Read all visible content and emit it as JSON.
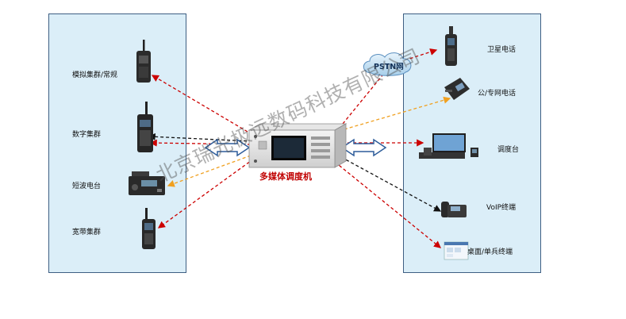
{
  "center": {
    "label": "多媒体调度机"
  },
  "cloud": {
    "label": "PSTN网"
  },
  "left_devices": [
    {
      "label": "模拟集群/常规",
      "icon": "analog-radio-icon"
    },
    {
      "label": "数字集群",
      "icon": "digital-radio-icon"
    },
    {
      "label": "短波电台",
      "icon": "shortwave-radio-icon"
    },
    {
      "label": "宽带集群",
      "icon": "broadband-radio-icon"
    }
  ],
  "right_devices": [
    {
      "label": "卫星电话",
      "icon": "satellite-phone-icon"
    },
    {
      "label": "公/专网电话",
      "icon": "desk-phone-icon"
    },
    {
      "label": "调度台",
      "icon": "dispatch-console-icon"
    },
    {
      "label": "VoIP终端",
      "icon": "voip-phone-icon"
    },
    {
      "label": "桌面/单兵终端",
      "icon": "desktop-terminal-icon"
    }
  ],
  "watermark": "北京瑞光极远数码科技有限公司",
  "colors": {
    "red_link": "#cc0000",
    "orange_link": "#f0a020",
    "black_link": "#111111",
    "panel_fill": "#dbeef8",
    "panel_border": "#3e5f83"
  }
}
